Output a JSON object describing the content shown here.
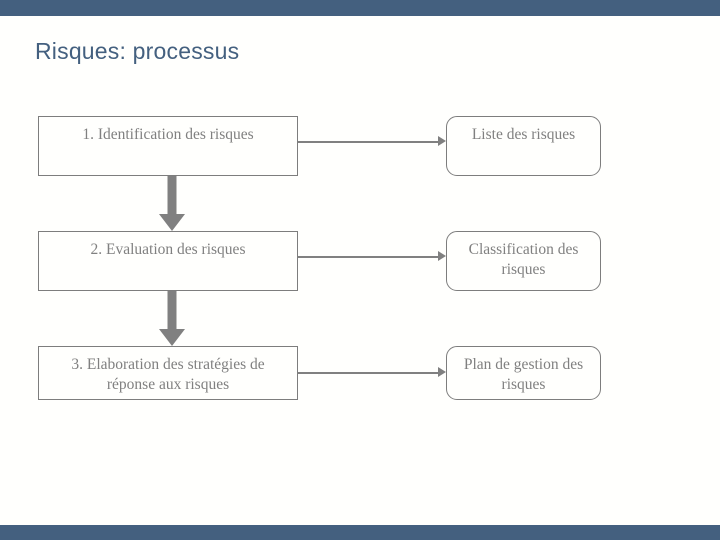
{
  "slide": {
    "title": "Risques: processus",
    "background_color": "#fffffd",
    "accent_color": "#44607f",
    "line_color": "#808080"
  },
  "process": {
    "steps": [
      {
        "id": "step-1",
        "label": "1. Identification des risques"
      },
      {
        "id": "step-2",
        "label": "2. Evaluation des risques"
      },
      {
        "id": "step-3",
        "label": "3. Elaboration des stratégies de réponse aux risques"
      }
    ]
  },
  "outputs": {
    "items": [
      {
        "id": "output-1",
        "label": "Liste des risques"
      },
      {
        "id": "output-2",
        "label": "Classification des risques"
      },
      {
        "id": "output-3",
        "label": "Plan de gestion des risques"
      }
    ]
  }
}
